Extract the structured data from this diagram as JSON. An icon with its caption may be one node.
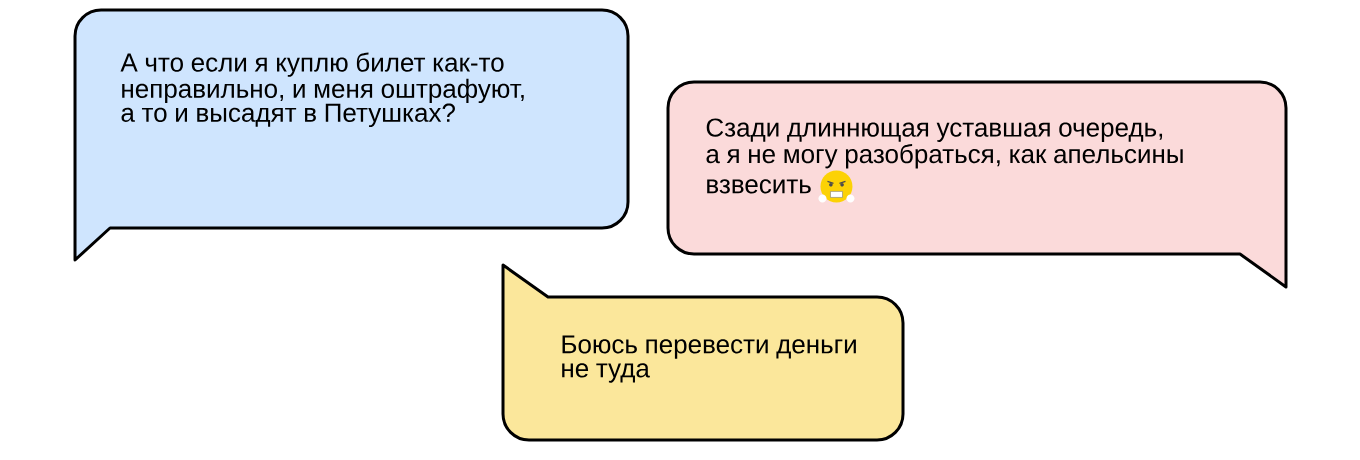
{
  "diagram": {
    "nodes": [
      {
        "text": [
          "А что если я куплю билет как-то неправильно, и меня оштрафуют, а то и высадят в Петушках?"
        ]
      },
      {
        "text": [
          "Сзади длиннющая уставшая очередь, а я не могу разобраться, как апельсины взвесить"
        ]
      },
      {
        "text": [
          "Боюсь перевести деньги не туда"
        ]
      }
    ]
  }
}
